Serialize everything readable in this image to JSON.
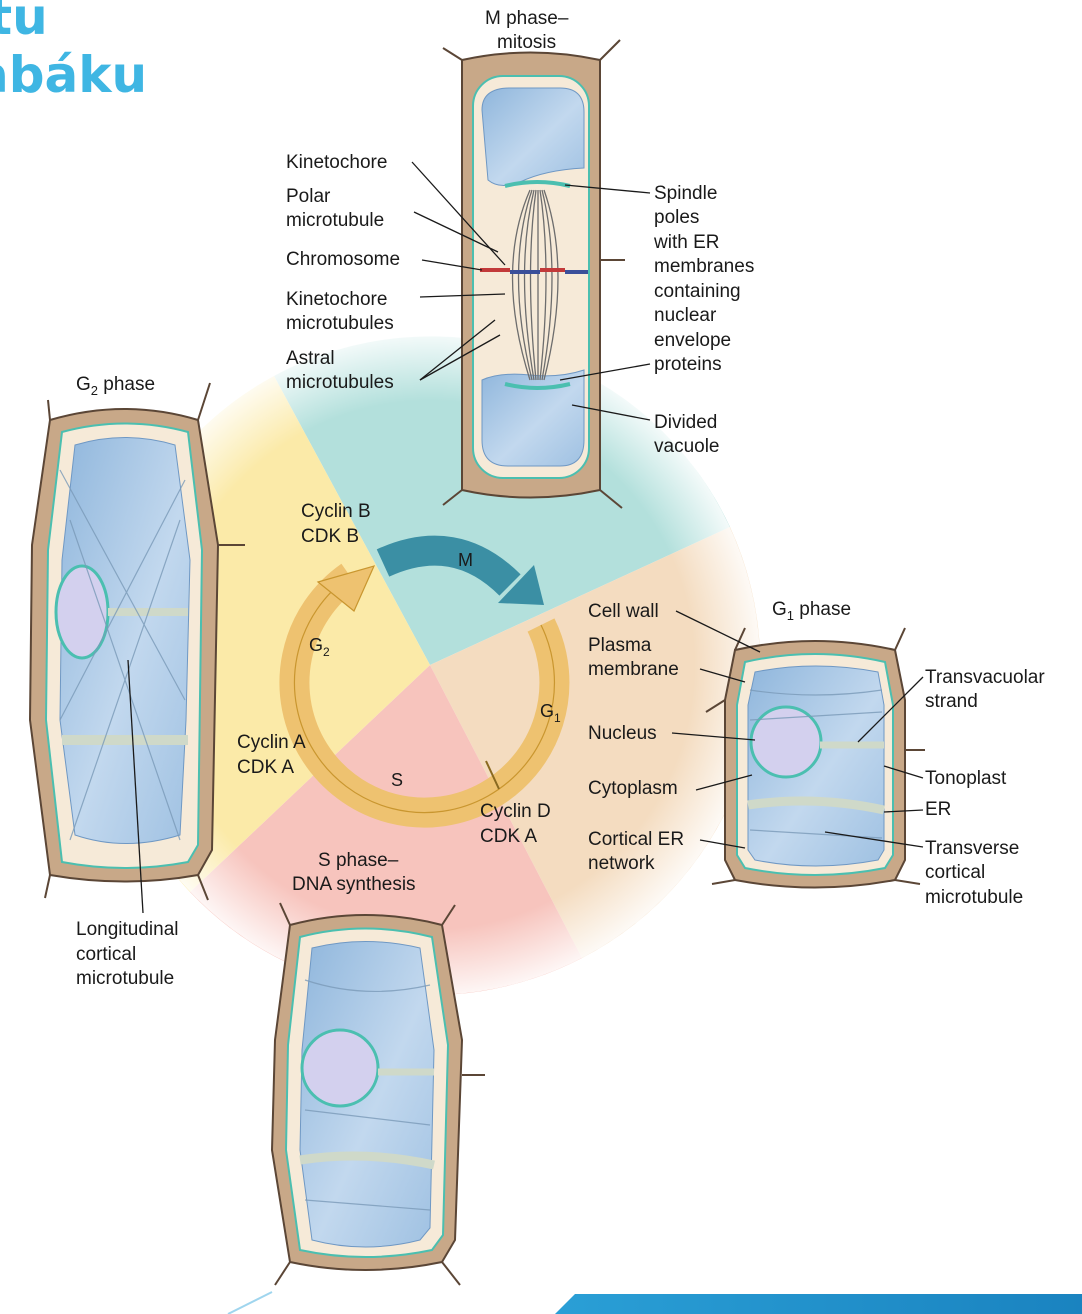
{
  "title": {
    "line1": "ktu",
    "line2": "abáku"
  },
  "phases": {
    "m": {
      "line1": "M phase–",
      "line2": "mitosis"
    },
    "g2": {
      "main": "G",
      "sub": "2",
      "rest": " phase"
    },
    "g1": {
      "main": "G",
      "sub": "1",
      "rest": " phase"
    },
    "s": {
      "line1": "S phase–",
      "line2": "DNA synthesis"
    }
  },
  "cycle": {
    "m": "M",
    "g1": {
      "main": "G",
      "sub": "1"
    },
    "g2": {
      "main": "G",
      "sub": "2"
    },
    "s": "S"
  },
  "cyclins": {
    "b": [
      "Cyclin B",
      "CDK B"
    ],
    "a": [
      "Cyclin A",
      "CDK A"
    ],
    "d": [
      "Cyclin D",
      "CDK A"
    ]
  },
  "m_labels": {
    "kinetochore": "Kinetochore",
    "polar": [
      "Polar",
      "microtubule"
    ],
    "chromosome": "Chromosome",
    "kinetochore_mt": [
      "Kinetochore",
      "microtubules"
    ],
    "astral": [
      "Astral",
      "microtubules"
    ],
    "spindle": [
      "Spindle",
      "poles",
      "with ER",
      "membranes",
      "containing",
      "nuclear",
      "envelope",
      "proteins"
    ],
    "vacuole": [
      "Divided",
      "vacuole"
    ]
  },
  "g1_labels": {
    "cell_wall": "Cell wall",
    "plasma": [
      "Plasma",
      "membrane"
    ],
    "nucleus": "Nucleus",
    "cytoplasm": "Cytoplasm",
    "cortical_er": [
      "Cortical ER",
      "network"
    ],
    "transvacuolar": [
      "Transvacuolar",
      "strand"
    ],
    "tonoplast": "Tonoplast",
    "er": "ER",
    "transverse": [
      "Transverse",
      "cortical",
      "microtubule"
    ]
  },
  "g2_labels": {
    "longitudinal": [
      "Longitudinal",
      "cortical",
      "microtubule"
    ]
  },
  "colors": {
    "title": "#3fb6e3",
    "sector_m": "#b3e0dc",
    "sector_g1": "#f4dcc0",
    "sector_s": "#f7c4bd",
    "sector_g2": "#fbeaa8",
    "cell_wall": "#c8a888",
    "vacuole": "#a9c9e6",
    "membrane": "#4bbfb0",
    "nucleus": "#d3d0ee",
    "cycle_arrow": "#eec270",
    "m_arrow": "#3b8fa4"
  }
}
